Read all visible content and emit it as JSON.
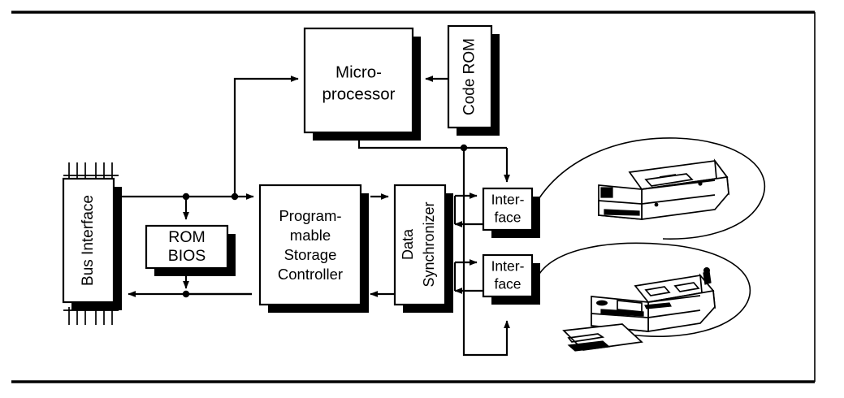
{
  "figure": {
    "title": "Storage subsystem block diagram",
    "frame": {
      "top_rule": true,
      "bottom_rule": true,
      "right_vertical_rule": true
    },
    "colors": {
      "ink": "#000000",
      "paper": "#ffffff",
      "shadow": "#000000"
    }
  },
  "blocks": {
    "microprocessor": {
      "label_line1": "Micro-",
      "label_line2": "processor",
      "orientation": "horizontal"
    },
    "code_rom": {
      "label": "Code ROM",
      "orientation": "vertical"
    },
    "bus_interface": {
      "label": "Bus Interface",
      "orientation": "vertical"
    },
    "rom_bios": {
      "label_line1": "ROM",
      "label_line2": "BIOS",
      "orientation": "horizontal"
    },
    "storage_controller": {
      "label_line1": "Program-",
      "label_line2": "mable",
      "label_line3": "Storage",
      "label_line4": "Controller",
      "orientation": "horizontal"
    },
    "data_synchronizer": {
      "label_line1": "Data",
      "label_line2": "Synchronizer",
      "orientation": "vertical"
    },
    "interface_top": {
      "label_line1": "Inter-",
      "label_line2": "face",
      "orientation": "horizontal"
    },
    "interface_bottom": {
      "label_line1": "Inter-",
      "label_line2": "face",
      "orientation": "horizontal"
    }
  },
  "devices": {
    "hard_disk_drive": {
      "name": "hard disk drive",
      "has_lasso": true,
      "has_media": false
    },
    "floppy_disk_drive": {
      "name": "floppy disk drive",
      "has_lasso": true,
      "has_media": true,
      "media_name": "diskette",
      "insertion_arrow": "double-headed"
    }
  },
  "connections": [
    {
      "from": "bus_interface",
      "to": "microprocessor",
      "type": "arrow"
    },
    {
      "from": "bus_interface",
      "to": "rom_bios",
      "type": "arrow"
    },
    {
      "from": "rom_bios",
      "to": "bus_interface",
      "type": "arrow"
    },
    {
      "from": "bus_interface",
      "to": "storage_controller",
      "type": "arrow"
    },
    {
      "from": "storage_controller",
      "to": "bus_interface",
      "type": "arrow"
    },
    {
      "from": "microprocessor",
      "to": "code_rom",
      "type": "arrow"
    },
    {
      "from": "microprocessor",
      "to": "interface_top",
      "type": "arrow"
    },
    {
      "from": "microprocessor",
      "to": "interface_bottom",
      "type": "arrow"
    },
    {
      "from": "storage_controller",
      "to": "data_synchronizer",
      "type": "arrow"
    },
    {
      "from": "data_synchronizer",
      "to": "storage_controller",
      "type": "arrow"
    },
    {
      "from": "data_synchronizer",
      "to": "interface_top",
      "type": "arrow"
    },
    {
      "from": "interface_top",
      "to": "data_synchronizer",
      "type": "arrow"
    },
    {
      "from": "data_synchronizer",
      "to": "interface_bottom",
      "type": "arrow"
    },
    {
      "from": "interface_bottom",
      "to": "data_synchronizer",
      "type": "arrow"
    },
    {
      "from": "interface_top",
      "to": "hard_disk_drive",
      "type": "cable"
    },
    {
      "from": "interface_bottom",
      "to": "floppy_disk_drive",
      "type": "cable"
    }
  ]
}
